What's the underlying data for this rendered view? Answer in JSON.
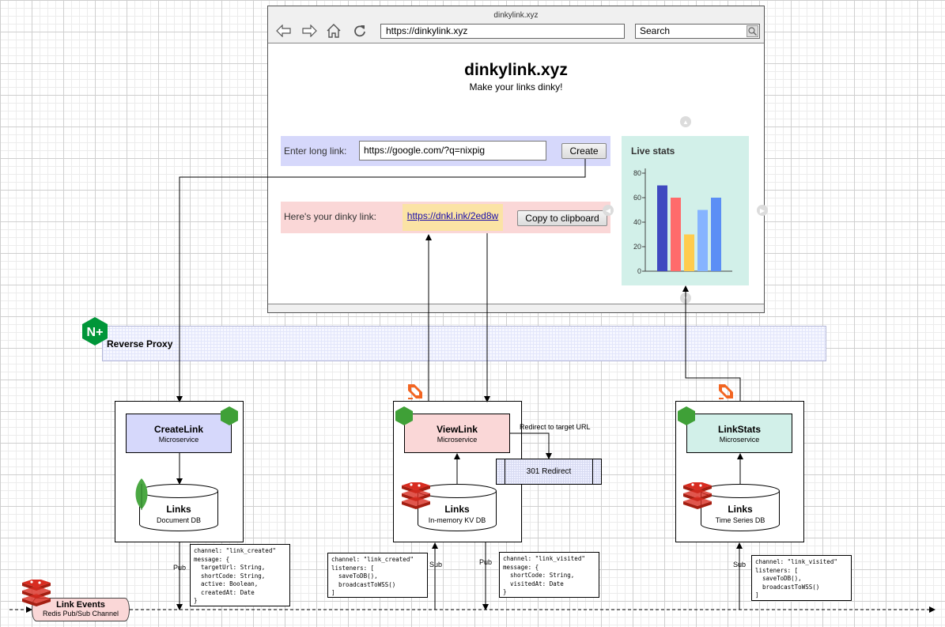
{
  "browser": {
    "tab_title": "dinkylink.xyz",
    "url": "https://dinkylink.xyz",
    "search_placeholder": "Search",
    "page_title": "dinkylink.xyz",
    "page_subtitle": "Make your links dinky!",
    "create_row": {
      "label": "Enter long link:",
      "input_value": "https://google.com/?q=nixpig",
      "button": "Create"
    },
    "result_row": {
      "label": "Here's your dinky link:",
      "link": "https://dnkl.ink/2ed8w",
      "button": "Copy to clipboard"
    },
    "stats": {
      "title": "Live stats"
    }
  },
  "chart_data": {
    "type": "bar",
    "title": "Live stats",
    "values": [
      70,
      60,
      30,
      50,
      60
    ],
    "colors": [
      "#3f49c0",
      "#ff6b6b",
      "#ffcc4d",
      "#86b4ff",
      "#5b8ef5"
    ],
    "yticks": [
      0,
      20,
      40,
      60,
      80
    ],
    "ylim": [
      0,
      80
    ],
    "grid": false
  },
  "proxy": {
    "label": "Reverse Proxy"
  },
  "services": {
    "create": {
      "name": "CreateLink",
      "sub": "Microservice",
      "db_name": "Links",
      "db_sub": "Document DB"
    },
    "view": {
      "name": "ViewLink",
      "sub": "Microservice",
      "db_name": "Links",
      "db_sub": "In-memory KV DB",
      "redirect_label": "Redirect to target URL",
      "redirect_box": "301 Redirect"
    },
    "stats": {
      "name": "LinkStats",
      "sub": "Microservice",
      "db_name": "Links",
      "db_sub": "Time Series DB"
    }
  },
  "edges": {
    "pub": "Pub",
    "sub": "Sub"
  },
  "code": {
    "create_pub": "channel: \"link_created\"\nmessage: {\n  targetUrl: String,\n  shortCode: String,\n  active: Boolean,\n  createdAt: Date\n}",
    "view_sub": "channel: \"link_created\"\nlisteners: [\n  saveToDB(),\n  broadcastToWSS()\n]",
    "view_pub": "channel: \"link_visited\"\nmessage: {\n  shortCode: String,\n  visitedAt: Date\n}",
    "stats_sub": "channel: \"link_visited\"\nlisteners: [\n  saveToDB(),\n  broadcastToWSS()\n]"
  },
  "events": {
    "name": "Link Events",
    "sub": "Redis Pub/Sub Channel"
  },
  "icons": [
    "back-arrow-icon",
    "forward-arrow-icon",
    "home-icon",
    "refresh-icon",
    "search-icon",
    "nginx-plus-icon",
    "mongodb-leaf-icon",
    "redis-icon",
    "nats-icon"
  ]
}
